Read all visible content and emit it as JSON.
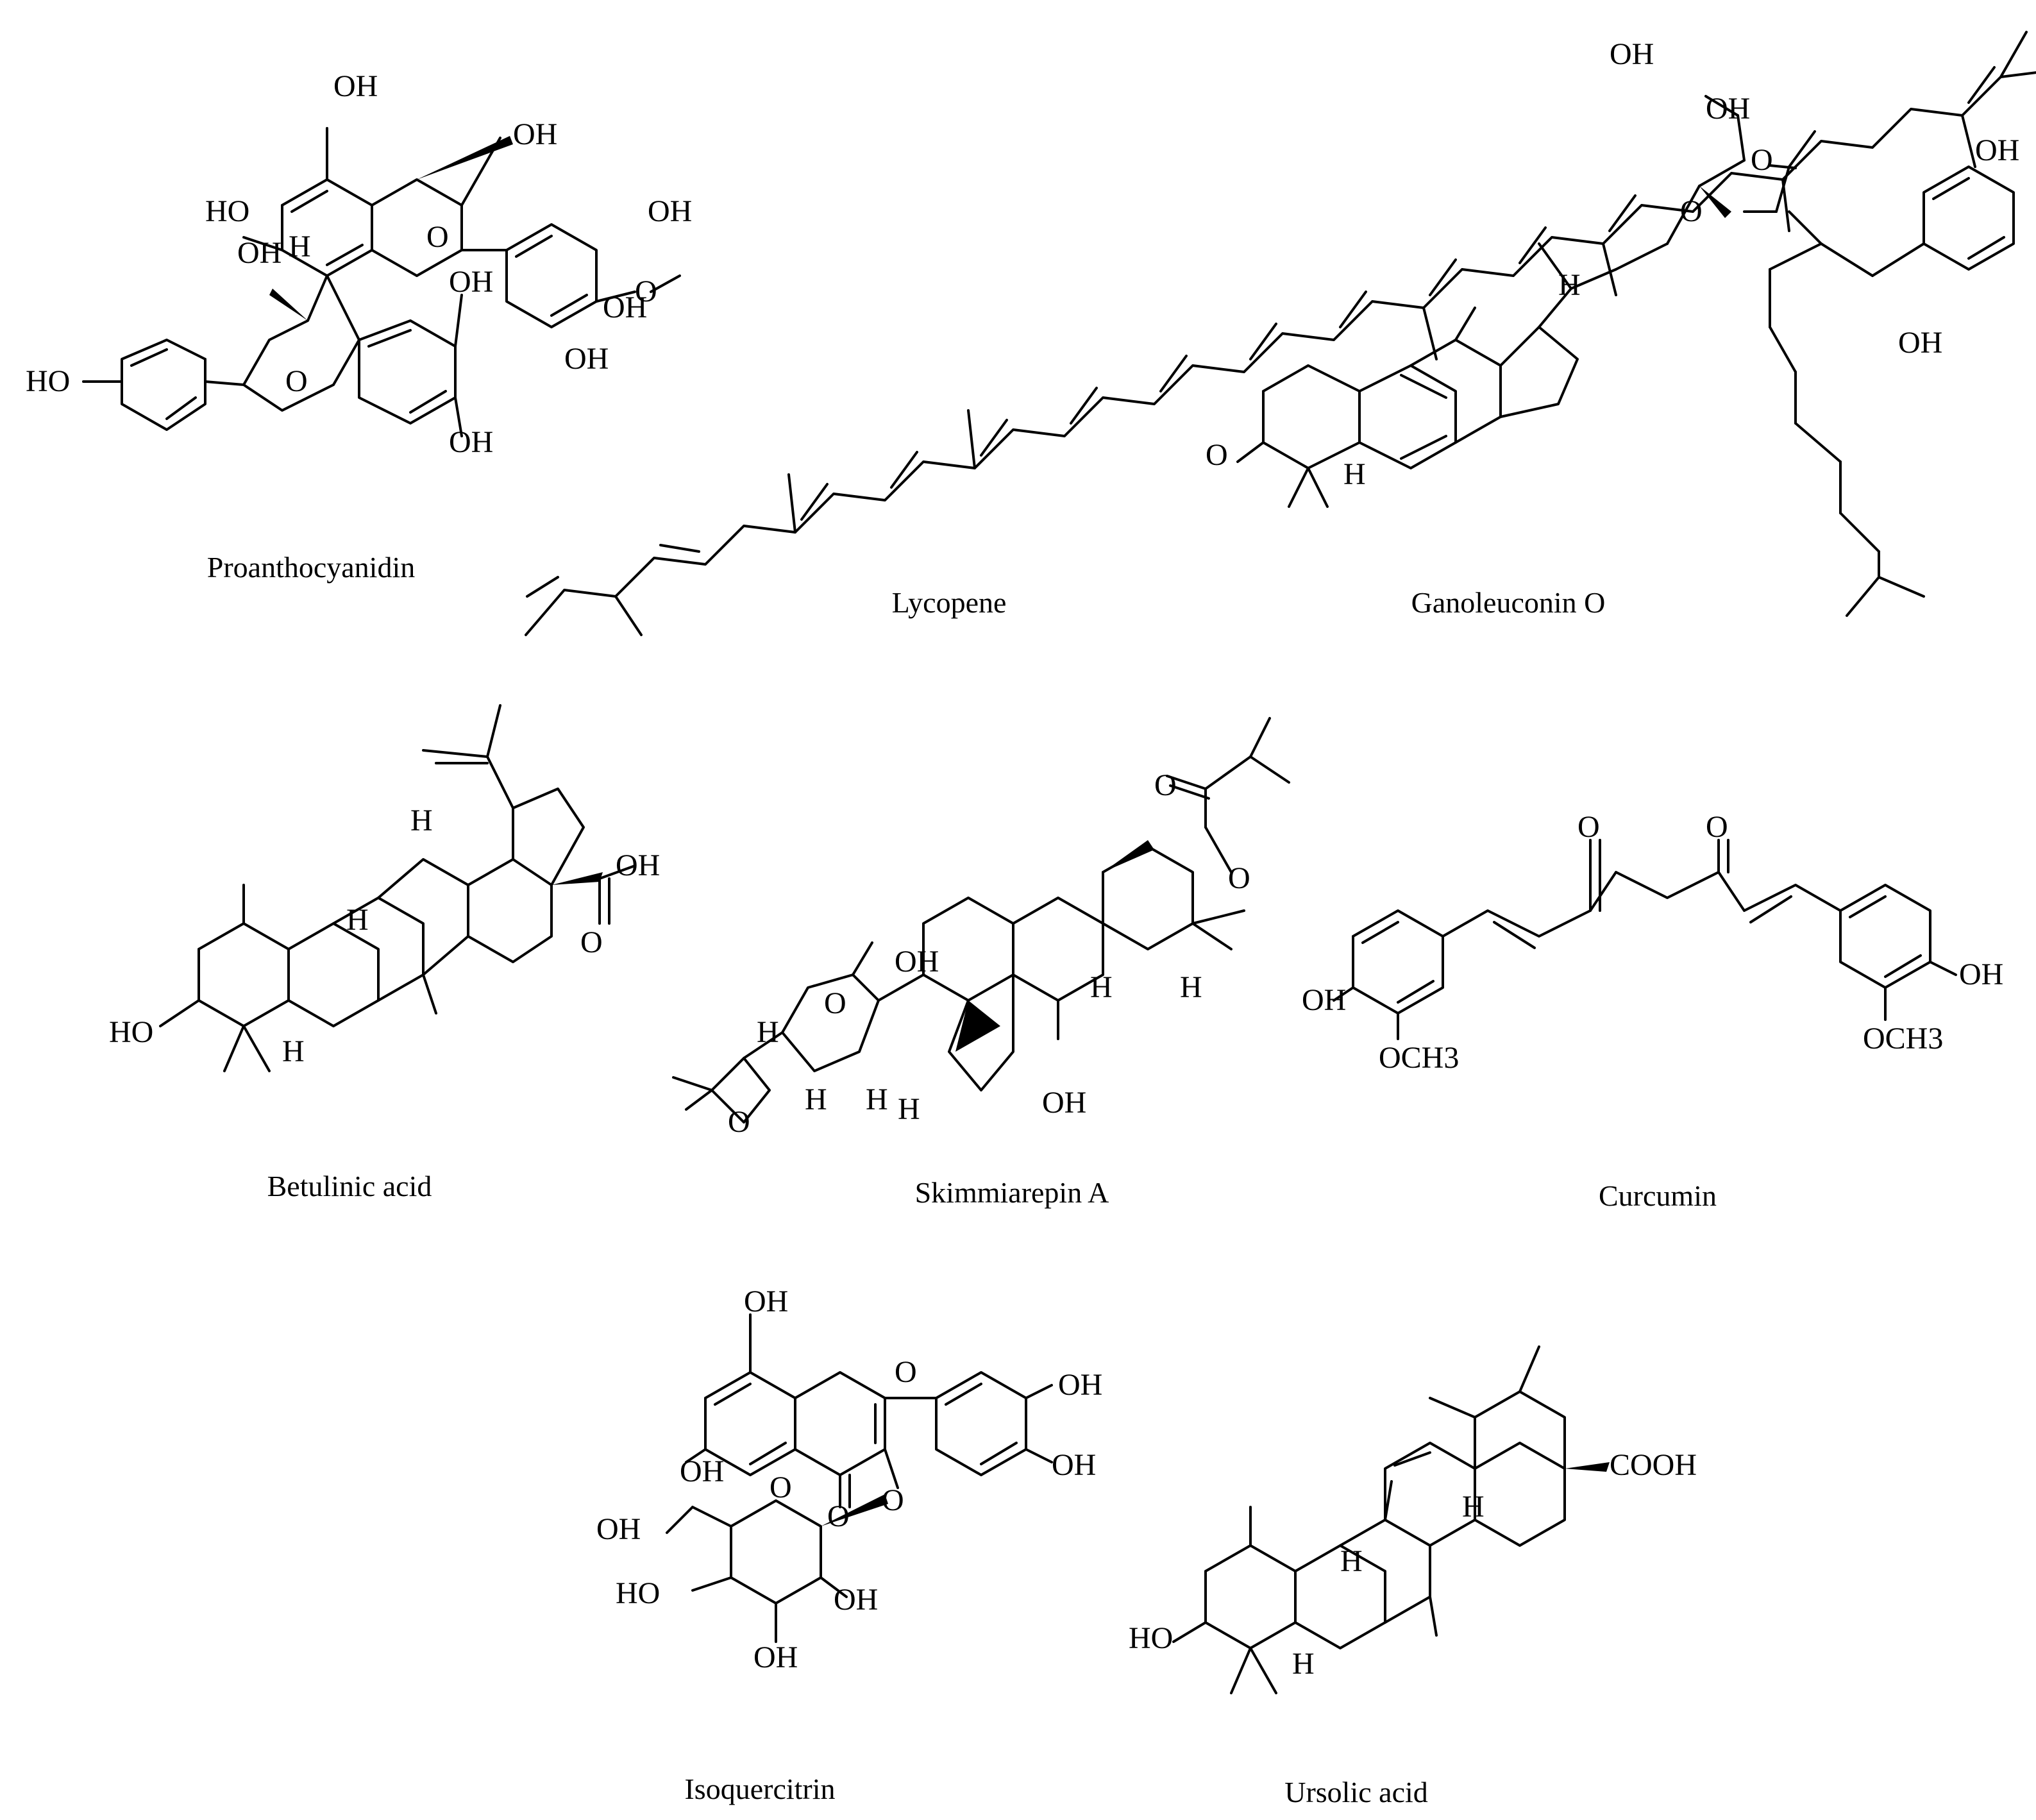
{
  "figure": {
    "compounds": [
      {
        "id": "proanthocyanidin",
        "name": "Proanthocyanidin",
        "atom_labels": [
          "OH",
          "OH",
          "HO",
          "O",
          "OH",
          "OH",
          "OH",
          "H",
          "OH",
          "OH",
          "HO",
          "O",
          "OH",
          "O"
        ]
      },
      {
        "id": "lycopene",
        "name": "Lycopene",
        "atom_labels": []
      },
      {
        "id": "ganoleuconin-o",
        "name": "Ganoleuconin O",
        "atom_labels": [
          "OH",
          "OH",
          "O",
          "O",
          "OH",
          "OH",
          "H",
          "O",
          "H"
        ]
      },
      {
        "id": "betulinic-acid",
        "name": "Betulinic acid",
        "atom_labels": [
          "H",
          "H",
          "OH",
          "O",
          "HO",
          "H"
        ]
      },
      {
        "id": "skimmiarepin-a",
        "name": "Skimmiarepin A",
        "atom_labels": [
          "O",
          "O",
          "OH",
          "O",
          "H",
          "H",
          "H",
          "H",
          "H",
          "H",
          "O",
          "OH"
        ]
      },
      {
        "id": "curcumin",
        "name": "Curcumin",
        "atom_labels": [
          "O",
          "O",
          "OH",
          "OCH3",
          "OH",
          "OCH3"
        ]
      },
      {
        "id": "isoquercitrin",
        "name": "Isoquercitrin",
        "atom_labels": [
          "OH",
          "OH",
          "O",
          "O",
          "OH",
          "OH",
          "OH",
          "O",
          "O",
          "HO",
          "OH",
          "OH"
        ]
      },
      {
        "id": "ursolic-acid",
        "name": "Ursolic acid",
        "atom_labels": [
          "H",
          "COOH",
          "H",
          "HO",
          "H"
        ]
      }
    ]
  }
}
